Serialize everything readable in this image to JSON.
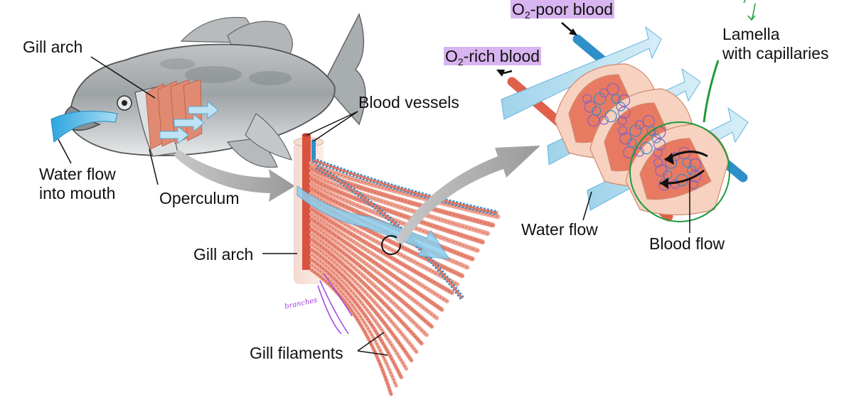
{
  "labels": {
    "gill_arch_top": "Gill arch",
    "water_flow_mouth_line1": "Water flow",
    "water_flow_mouth_line2": "into mouth",
    "operculum": "Operculum",
    "blood_vessels": "Blood vessels",
    "gill_arch_middle": "Gill arch",
    "gill_filaments": "Gill filaments",
    "o2_poor_prefix": "O",
    "o2_poor_sub": "2",
    "o2_poor_suffix": "-poor blood",
    "o2_rich_prefix": "O",
    "o2_rich_sub": "2",
    "o2_rich_suffix": "-rich blood",
    "lamella_line1": "Lamella",
    "lamella_line2": "with capillaries",
    "water_flow": "Water flow",
    "blood_flow": "Blood flow"
  },
  "annotations": {
    "handwritten_note": "branches"
  },
  "colors": {
    "highlight": "#d8b4f0",
    "water": "#7cc8ec",
    "artery_red": "#e0604a",
    "vein_blue": "#2f8fc8",
    "filament": "#ea8f7e",
    "annotation_green": "#1f9a3c",
    "annotation_purple": "#a040e0"
  }
}
